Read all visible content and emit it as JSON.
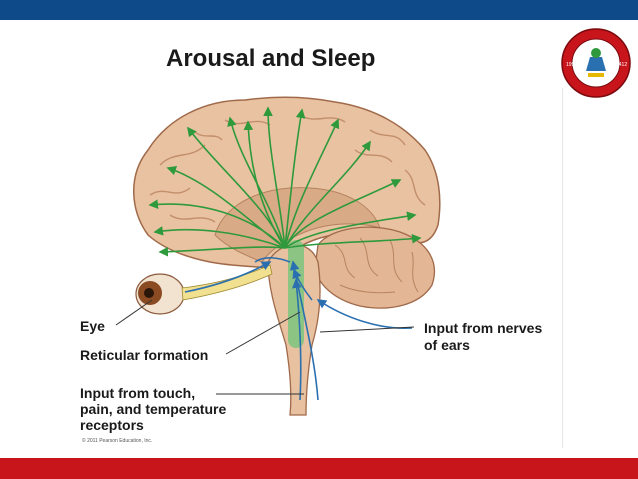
{
  "slide": {
    "title": "Arousal and Sleep",
    "copyright": "© 2011 Pearson Education, Inc."
  },
  "labels": {
    "eye": "Eye",
    "reticular_formation": "Reticular formation",
    "input_touch_line1": "Input from touch,",
    "input_touch_line2": "pain, and temperature",
    "input_touch_line3": "receptors",
    "input_ears_line1": "Input from nerves",
    "input_ears_line2": "of ears"
  },
  "logo": {
    "year_left": "1992",
    "year_right": "1412"
  },
  "colors": {
    "top_bar": "#0e4a8a",
    "bottom_bar": "#c8151b",
    "arrow_green": "#2e9a3c",
    "input_blue": "#2a6fb0",
    "brain_tan": "#e9c2a1"
  }
}
